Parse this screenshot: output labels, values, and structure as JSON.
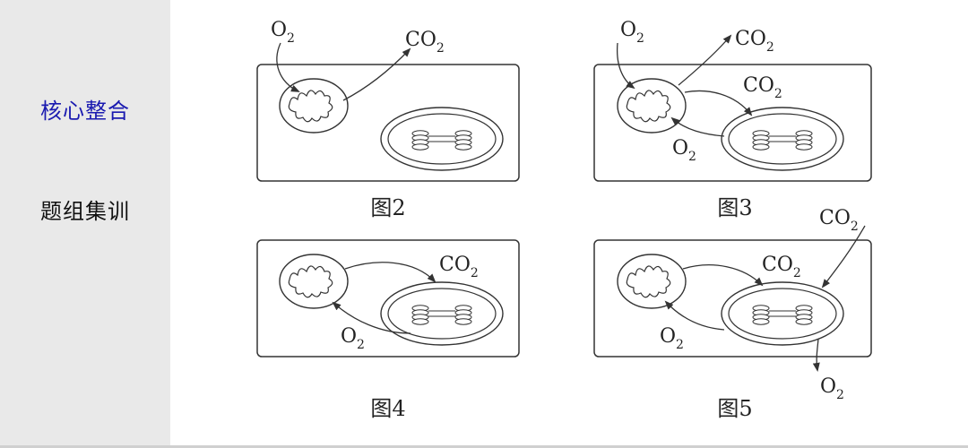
{
  "sidebar": {
    "items": [
      {
        "label": "核心整合",
        "active": true,
        "color": "#1a1ab0"
      },
      {
        "label": "题组集训",
        "active": false,
        "color": "#111111"
      }
    ]
  },
  "figures": {
    "fig2": {
      "caption": "图2",
      "o2": "O",
      "o2_sub": "2",
      "co2": "CO",
      "co2_sub": "2"
    },
    "fig3": {
      "caption": "图3",
      "o2_in": "O",
      "o2_in_sub": "2",
      "co2_out": "CO",
      "co2_out_sub": "2",
      "co2_mid": "CO",
      "co2_mid_sub": "2",
      "o2_mid": "O",
      "o2_mid_sub": "2"
    },
    "fig4": {
      "caption": "图4",
      "co2": "CO",
      "co2_sub": "2",
      "o2": "O",
      "o2_sub": "2"
    },
    "fig5": {
      "caption": "图5",
      "co2_in": "CO",
      "co2_in_sub": "2",
      "co2_mid": "CO",
      "co2_mid_sub": "2",
      "o2_mid": "O",
      "o2_mid_sub": "2",
      "o2_out": "O",
      "o2_out_sub": "2"
    }
  }
}
